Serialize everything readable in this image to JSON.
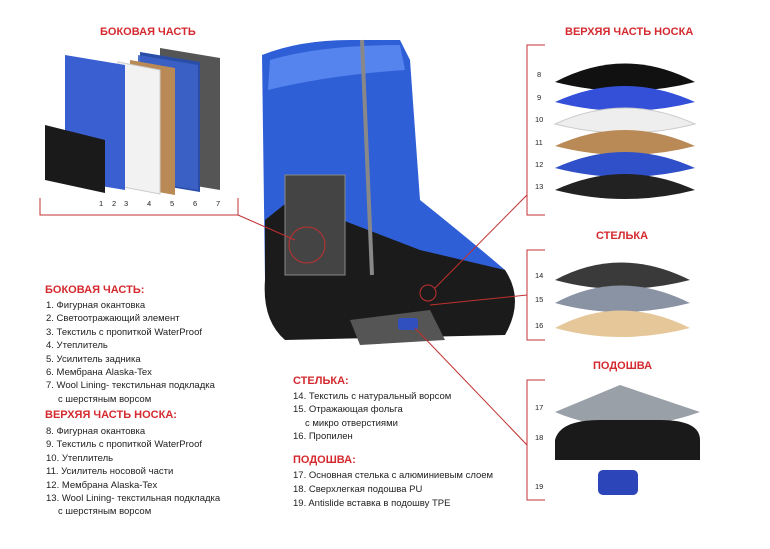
{
  "titles": {
    "side": "БОКОВАЯ ЧАСТЬ",
    "toe": "ВЕРХЯЯ ЧАСТЬ НОСКА",
    "insole": "СТЕЛЬКА",
    "sole": "ПОДОШВА"
  },
  "side_numbers": [
    "1",
    "2",
    "3",
    "4",
    "5",
    "6",
    "7"
  ],
  "toe_numbers": [
    "8",
    "9",
    "10",
    "11",
    "12",
    "13"
  ],
  "insole_numbers": [
    "14",
    "15",
    "16"
  ],
  "sole_numbers": [
    "17",
    "18",
    "19"
  ],
  "legend": {
    "side": {
      "title": "БОКОВАЯ ЧАСТЬ:",
      "items": [
        "1. Фигурная окантовка",
        "2. Светоотражающий элемент",
        "3. Текстиль с пропиткой WaterProof",
        "4. Утеплитель",
        "5. Усилитель задника",
        "6. Мембрана Alaska-Tex",
        "7. Wool Lining- текстильная подкладка",
        "с шерстяным ворсом"
      ]
    },
    "toe": {
      "title": "ВЕРХЯЯ ЧАСТЬ НОСКА:",
      "items": [
        "8. Фигурная окантовка",
        "9. Текстиль с пропиткой WaterProof",
        "10. Утеплитель",
        "11. Усилитель носовой части",
        "12. Мембрана Alaska-Tex",
        "13. Wool Lining- текстильная подкладка",
        "с шерстяным ворсом"
      ]
    },
    "insole": {
      "title": "СТЕЛЬКА:",
      "items": [
        "14. Текстиль с натуральный ворсом",
        "15. Отражающая фольга",
        "с микро отверстиями",
        "16. Пропилен"
      ]
    },
    "sole": {
      "title": "ПОДОШВА:",
      "items": [
        "17. Основная стелька с алюминиевым слоем",
        "18. Сверхлегкая подошва PU",
        "19. Antislide вставка в подошву TPE"
      ]
    }
  },
  "colors": {
    "accent": "#d42a2f",
    "blue": "#2f5fd6"
  }
}
